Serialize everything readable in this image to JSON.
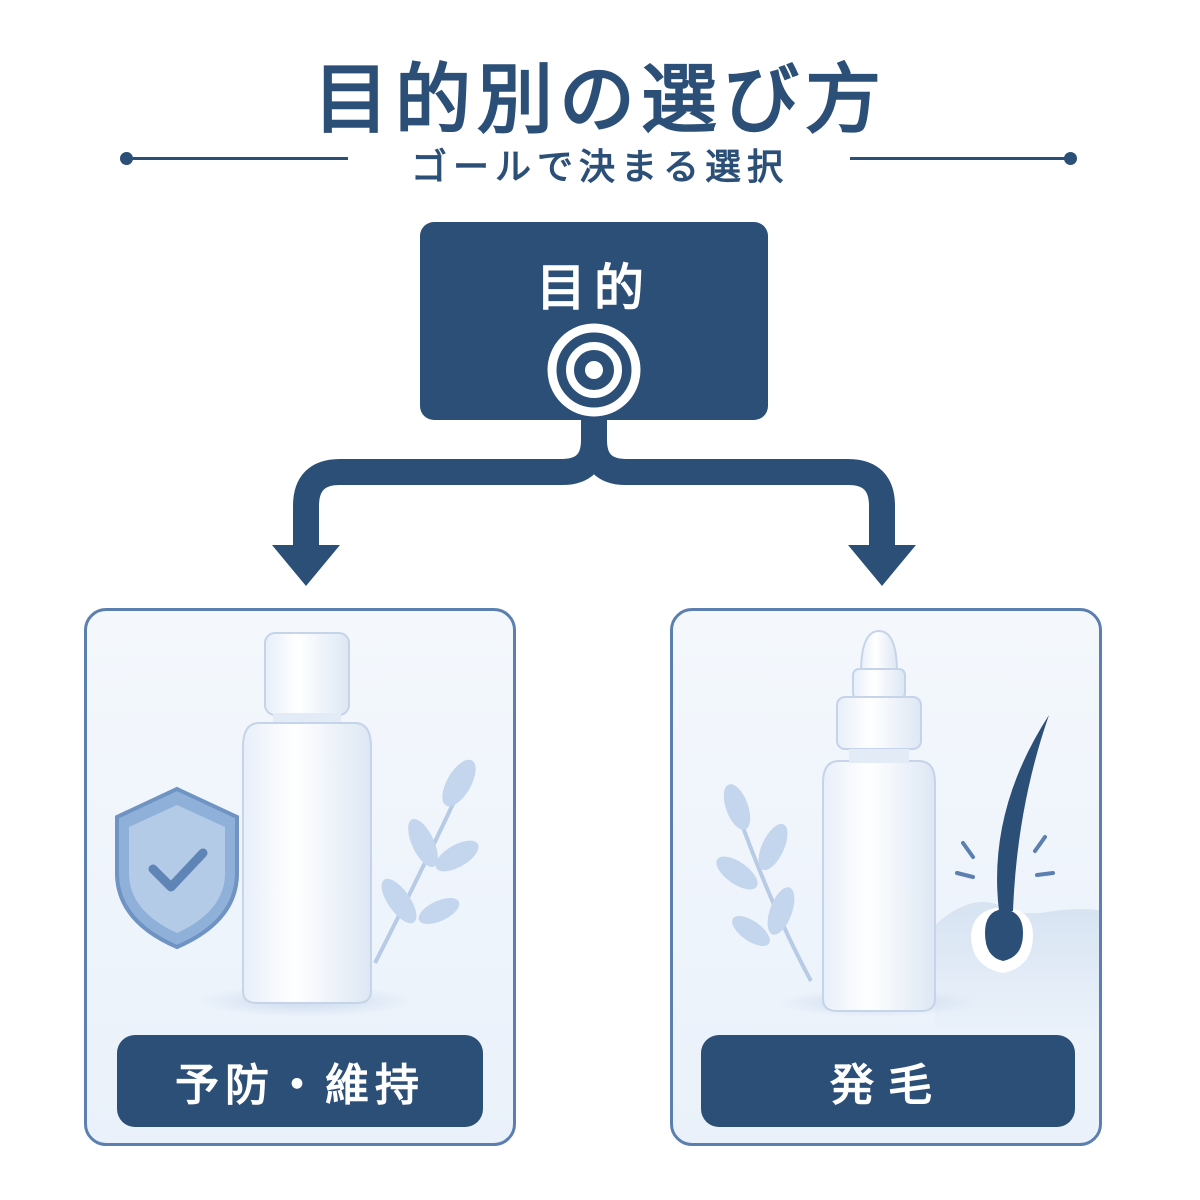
{
  "header": {
    "title": "目的別の選び方",
    "subtitle": "ゴールで決まる選択"
  },
  "goal": {
    "label": "目的",
    "icon": "target-icon"
  },
  "cards": [
    {
      "label": "予防・維持",
      "icons": [
        "shield-check-icon",
        "bottle-icon",
        "leaf-branch-icon"
      ]
    },
    {
      "label": "発毛",
      "icons": [
        "leaf-branch-icon",
        "dropper-bottle-icon",
        "hair-follicle-icon"
      ]
    }
  ],
  "colors": {
    "primary": "#2c4f78",
    "card_border": "#5b7fae",
    "card_bg": "#eef3fa",
    "accent_light": "#8fb0d8"
  }
}
